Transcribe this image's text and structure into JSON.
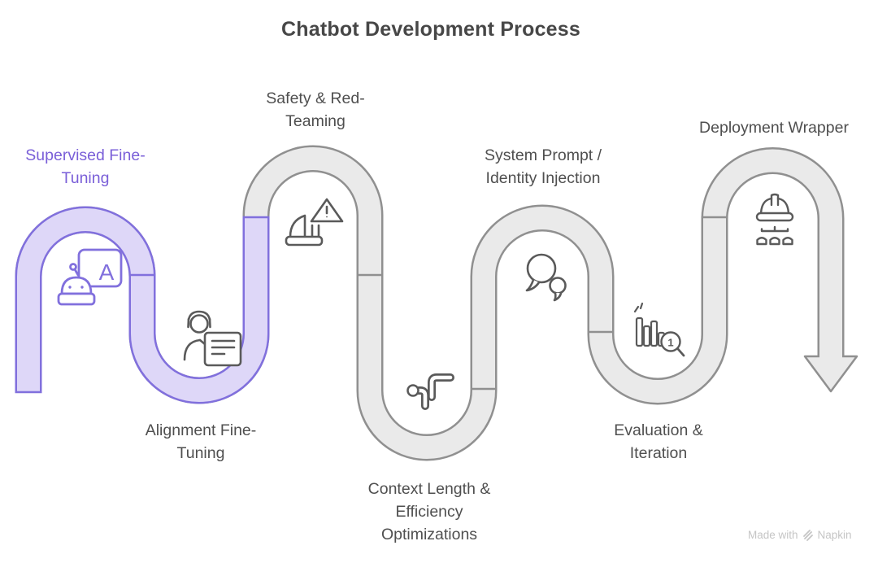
{
  "title": "Chatbot Development Process",
  "colors": {
    "highlight_stroke": "#8170dd",
    "highlight_fill": "#ded7f8",
    "highlight_text": "#7a5fd8",
    "track_stroke": "#909090",
    "track_fill": "#eaeaea",
    "label_text": "#4f4f4f",
    "title_text": "#474747",
    "icon_gray": "#5a5a5a",
    "watermark_text": "#c5c5c5"
  },
  "stages": [
    {
      "label": "Supervised Fine-\nTuning",
      "icon": "robot-training-icon",
      "icon_text": "A",
      "highlighted": true
    },
    {
      "label": "Alignment Fine-\nTuning",
      "icon": "support-person-document-icon",
      "highlighted": false
    },
    {
      "label": "Safety & Red-\nTeaming",
      "icon": "warning-helmet-icon",
      "highlighted": false
    },
    {
      "label": "Context Length &\nEfficiency\nOptimizations",
      "icon": "route-connector-icon",
      "highlighted": false
    },
    {
      "label": "System Prompt /\nIdentity Injection",
      "icon": "chat-bubbles-icon",
      "highlighted": false
    },
    {
      "label": "Evaluation &\nIteration",
      "icon": "bar-chart-magnifier-icon",
      "icon_text": "1",
      "highlighted": false
    },
    {
      "label": "Deployment Wrapper",
      "icon": "hard-hat-hierarchy-icon",
      "highlighted": false
    }
  ],
  "watermark": {
    "prefix": "Made with",
    "brand": "Napkin"
  }
}
